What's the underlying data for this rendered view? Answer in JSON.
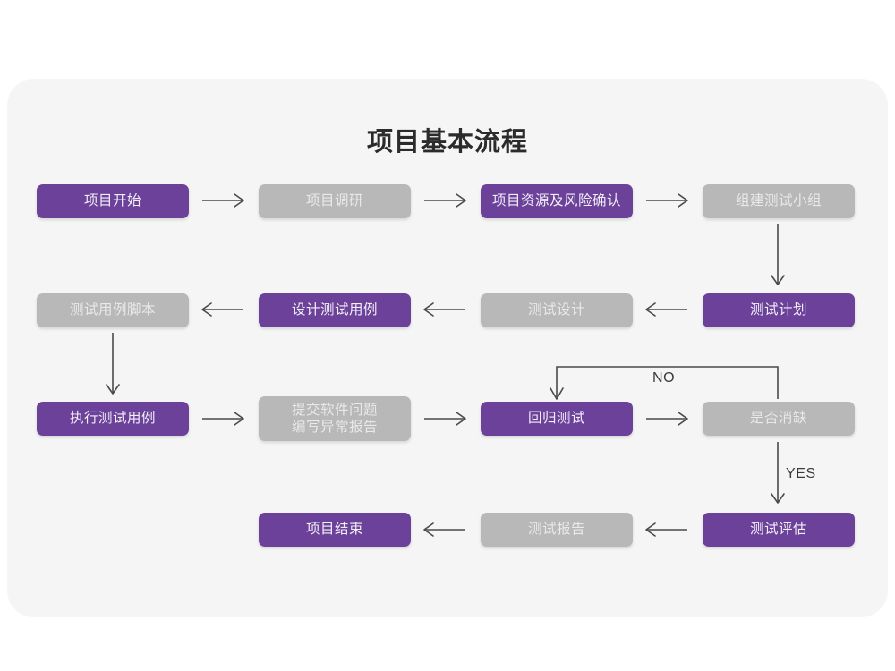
{
  "page": {
    "title": "项目基本流程",
    "background_color": "#ffffff",
    "card_color": "#f5f5f6",
    "accent_purple": "#6b4199",
    "accent_gray": "#b8b8b8",
    "line_color": "#4a4a4a"
  },
  "chart_data": {
    "type": "diagram",
    "title": "项目基本流程",
    "nodes": [
      {
        "id": "n1",
        "label": "项目开始",
        "style": "purple",
        "row": 1,
        "col": 1
      },
      {
        "id": "n2",
        "label": "项目调研",
        "style": "gray",
        "row": 1,
        "col": 2
      },
      {
        "id": "n3",
        "label": "项目资源及风险确认",
        "style": "purple",
        "row": 1,
        "col": 3
      },
      {
        "id": "n4",
        "label": "组建测试小组",
        "style": "gray",
        "row": 1,
        "col": 4
      },
      {
        "id": "n5",
        "label": "测试用例脚本",
        "style": "gray",
        "row": 2,
        "col": 1
      },
      {
        "id": "n6",
        "label": "设计测试用例",
        "style": "purple",
        "row": 2,
        "col": 2
      },
      {
        "id": "n7",
        "label": "测试设计",
        "style": "gray",
        "row": 2,
        "col": 3
      },
      {
        "id": "n8",
        "label": "测试计划",
        "style": "purple",
        "row": 2,
        "col": 4
      },
      {
        "id": "n9",
        "label": "执行测试用例",
        "style": "purple",
        "row": 3,
        "col": 1
      },
      {
        "id": "n10",
        "label": "提交软件问题\n编写异常报告",
        "style": "gray",
        "row": 3,
        "col": 2
      },
      {
        "id": "n11",
        "label": "回归测试",
        "style": "purple",
        "row": 3,
        "col": 3
      },
      {
        "id": "n12",
        "label": "是否消缺",
        "style": "gray",
        "row": 3,
        "col": 4
      },
      {
        "id": "n13",
        "label": "项目结束",
        "style": "purple",
        "row": 4,
        "col": 2
      },
      {
        "id": "n14",
        "label": "测试报告",
        "style": "gray",
        "row": 4,
        "col": 3
      },
      {
        "id": "n15",
        "label": "测试评估",
        "style": "purple",
        "row": 4,
        "col": 4
      }
    ],
    "edges": [
      {
        "from": "n1",
        "to": "n2",
        "label": "",
        "direction": "right"
      },
      {
        "from": "n2",
        "to": "n3",
        "label": "",
        "direction": "right"
      },
      {
        "from": "n3",
        "to": "n4",
        "label": "",
        "direction": "right"
      },
      {
        "from": "n4",
        "to": "n8",
        "label": "",
        "direction": "down"
      },
      {
        "from": "n8",
        "to": "n7",
        "label": "",
        "direction": "left"
      },
      {
        "from": "n7",
        "to": "n6",
        "label": "",
        "direction": "left"
      },
      {
        "from": "n6",
        "to": "n5",
        "label": "",
        "direction": "left"
      },
      {
        "from": "n5",
        "to": "n9",
        "label": "",
        "direction": "down"
      },
      {
        "from": "n9",
        "to": "n10",
        "label": "",
        "direction": "right"
      },
      {
        "from": "n10",
        "to": "n11",
        "label": "",
        "direction": "right"
      },
      {
        "from": "n11",
        "to": "n12",
        "label": "",
        "direction": "right"
      },
      {
        "from": "n12",
        "to": "n11",
        "label": "NO",
        "direction": "loop-up"
      },
      {
        "from": "n12",
        "to": "n15",
        "label": "YES",
        "direction": "down"
      },
      {
        "from": "n15",
        "to": "n14",
        "label": "",
        "direction": "left"
      },
      {
        "from": "n14",
        "to": "n13",
        "label": "",
        "direction": "left"
      }
    ],
    "edge_labels": [
      "NO",
      "YES"
    ]
  }
}
